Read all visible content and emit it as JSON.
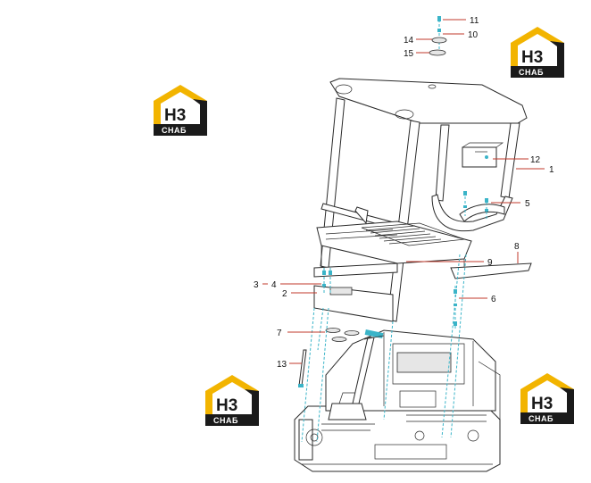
{
  "callouts": [
    {
      "id": "c1",
      "label": "1"
    },
    {
      "id": "c2",
      "label": "2"
    },
    {
      "id": "c3",
      "label": "3"
    },
    {
      "id": "c4",
      "label": "4"
    },
    {
      "id": "c5",
      "label": "5"
    },
    {
      "id": "c6",
      "label": "6"
    },
    {
      "id": "c7",
      "label": "7"
    },
    {
      "id": "c8",
      "label": "8"
    },
    {
      "id": "c9",
      "label": "9"
    },
    {
      "id": "c10",
      "label": "10"
    },
    {
      "id": "c11",
      "label": "11"
    },
    {
      "id": "c12",
      "label": "12"
    },
    {
      "id": "c13",
      "label": "13"
    },
    {
      "id": "c14",
      "label": "14"
    },
    {
      "id": "c15",
      "label": "15"
    }
  ],
  "watermark": {
    "letters": "H3",
    "sub": "СНАБ",
    "colors": {
      "house": "#f2b400",
      "dark": "#1a1a1a"
    }
  },
  "colors": {
    "leader": "#c0392b",
    "guide": "#3ab4c8",
    "line": "#2a2a2a"
  }
}
